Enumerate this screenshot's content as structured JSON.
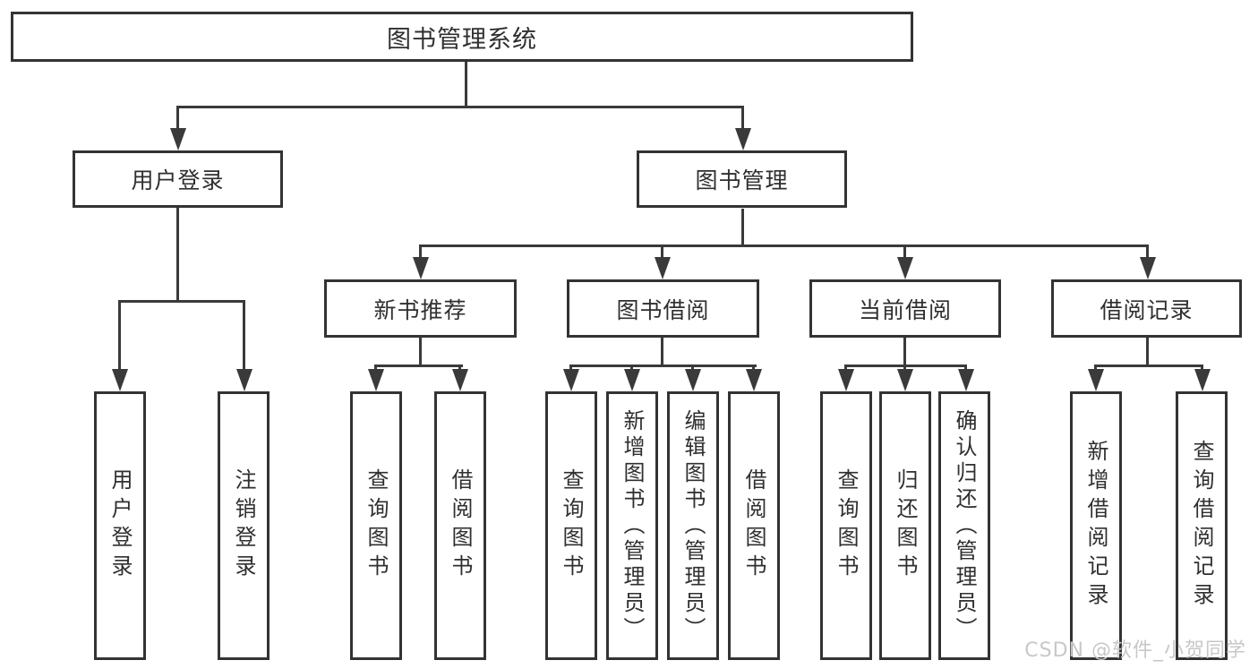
{
  "title": {
    "label": "图书管理系统"
  },
  "level1": [
    {
      "label": "用户登录"
    },
    {
      "label": "图书管理"
    }
  ],
  "level2": [
    {
      "label": "新书推荐"
    },
    {
      "label": "图书借阅"
    },
    {
      "label": "当前借阅"
    },
    {
      "label": "借阅记录"
    }
  ],
  "leaves": [
    {
      "label": "用户登录"
    },
    {
      "label": "注销登录"
    },
    {
      "label": "查询图书"
    },
    {
      "label": "借阅图书"
    },
    {
      "label": "查询图书"
    },
    {
      "label": "新增图书（管理员）"
    },
    {
      "label": "编辑图书（管理员）"
    },
    {
      "label": "借阅图书"
    },
    {
      "label": "查询图书"
    },
    {
      "label": "归还图书"
    },
    {
      "label": "确认归还（管理员）"
    },
    {
      "label": "新增借阅记录"
    },
    {
      "label": "查询借阅记录"
    }
  ],
  "watermark": {
    "text": "CSDN @软件_小贺同学"
  },
  "colors": {
    "line": "#3a3a3a",
    "border": "#333333",
    "bg": "#ffffff",
    "text": "#2f2f2f",
    "watermark": "#c8c8c8"
  }
}
